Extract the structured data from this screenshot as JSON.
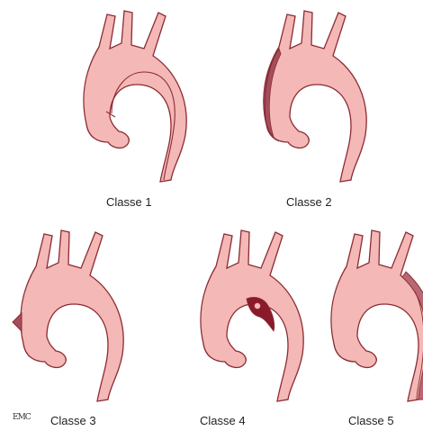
{
  "colors": {
    "wall": "#f4b8b6",
    "outline": "#8b2b33",
    "dissection": "#b86872",
    "hematoma": "#a34e5c",
    "dark_flap": "#8a1a2a"
  },
  "labels": {
    "classe1": "Classe 1",
    "classe2": "Classe 2",
    "classe3": "Classe 3",
    "classe4": "Classe 4",
    "classe5": "Classe 5"
  },
  "logo": "EMC"
}
